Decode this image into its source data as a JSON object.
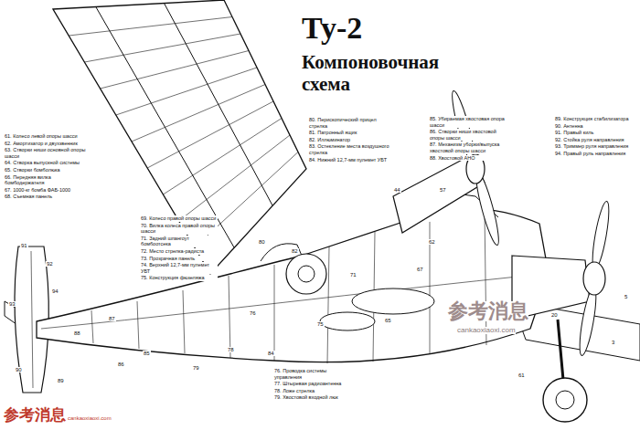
{
  "diagram": {
    "title": "Ту-2",
    "labels": [
      "Компоновочная схема",
      "61. Колесо левой опоры шасси",
      "62. Амортизатор и двухзвенник",
      "63. Створки ниши основной опоры шасси",
      "64. Створка выпускной системы",
      "65. Створки бомболюка",
      "66. Передняя вилка бомбодержателя",
      "67. 1000-кг бомба ФАБ-1000",
      "68. Съемная панель",
      "69. Колесо правой опоры шасси",
      "70. Вилка колеса правой опоры шасси",
      "71. Задний шпангоут бомбоотсека",
      "72. Место стрелка-радиста",
      "73. Прозрачная панель",
      "74. Верхний 12,7-мм пулемет УБТ",
      "75. Конструкция фюзеляжа",
      "76. Проводка системы управления",
      "77. Штыревая радиоантенна",
      "78. Ложе стрелка",
      "79. Хвостовой входной люк",
      "80. Перископический прицел стрелка",
      "81. Патронный ящик",
      "82. Иллюминатор",
      "83. Остекление места воздушного стрелка",
      "84. Нижний 12,7-мм пулемет УБТ",
      "85. Убираемая хвостовая опора шасси",
      "86. Створки ниши хвостовой опоры шасси",
      "87. Механизм уборки/выпуска хвостовой опоры шасси",
      "88. Хвостовой АНО",
      "89. Конструкция стабилизатора",
      "90. Антенна",
      "91. Правый киль",
      "92. Стойка руля направления",
      "93. Триммер руля направления",
      "94. Правый руль направления",
      "91",
      "92",
      "93",
      "94",
      "90",
      "89",
      "88",
      "87",
      "86",
      "85",
      "79",
      "78",
      "76",
      "84",
      "80",
      "82",
      "75",
      "71",
      "65",
      "67",
      "62",
      "61",
      "57",
      "44",
      "20",
      "3",
      "5",
      "参考消息",
      "cankaoxiaoxi.com",
      "参考消息",
      "cankaoxiaoxi.com"
    ]
  }
}
